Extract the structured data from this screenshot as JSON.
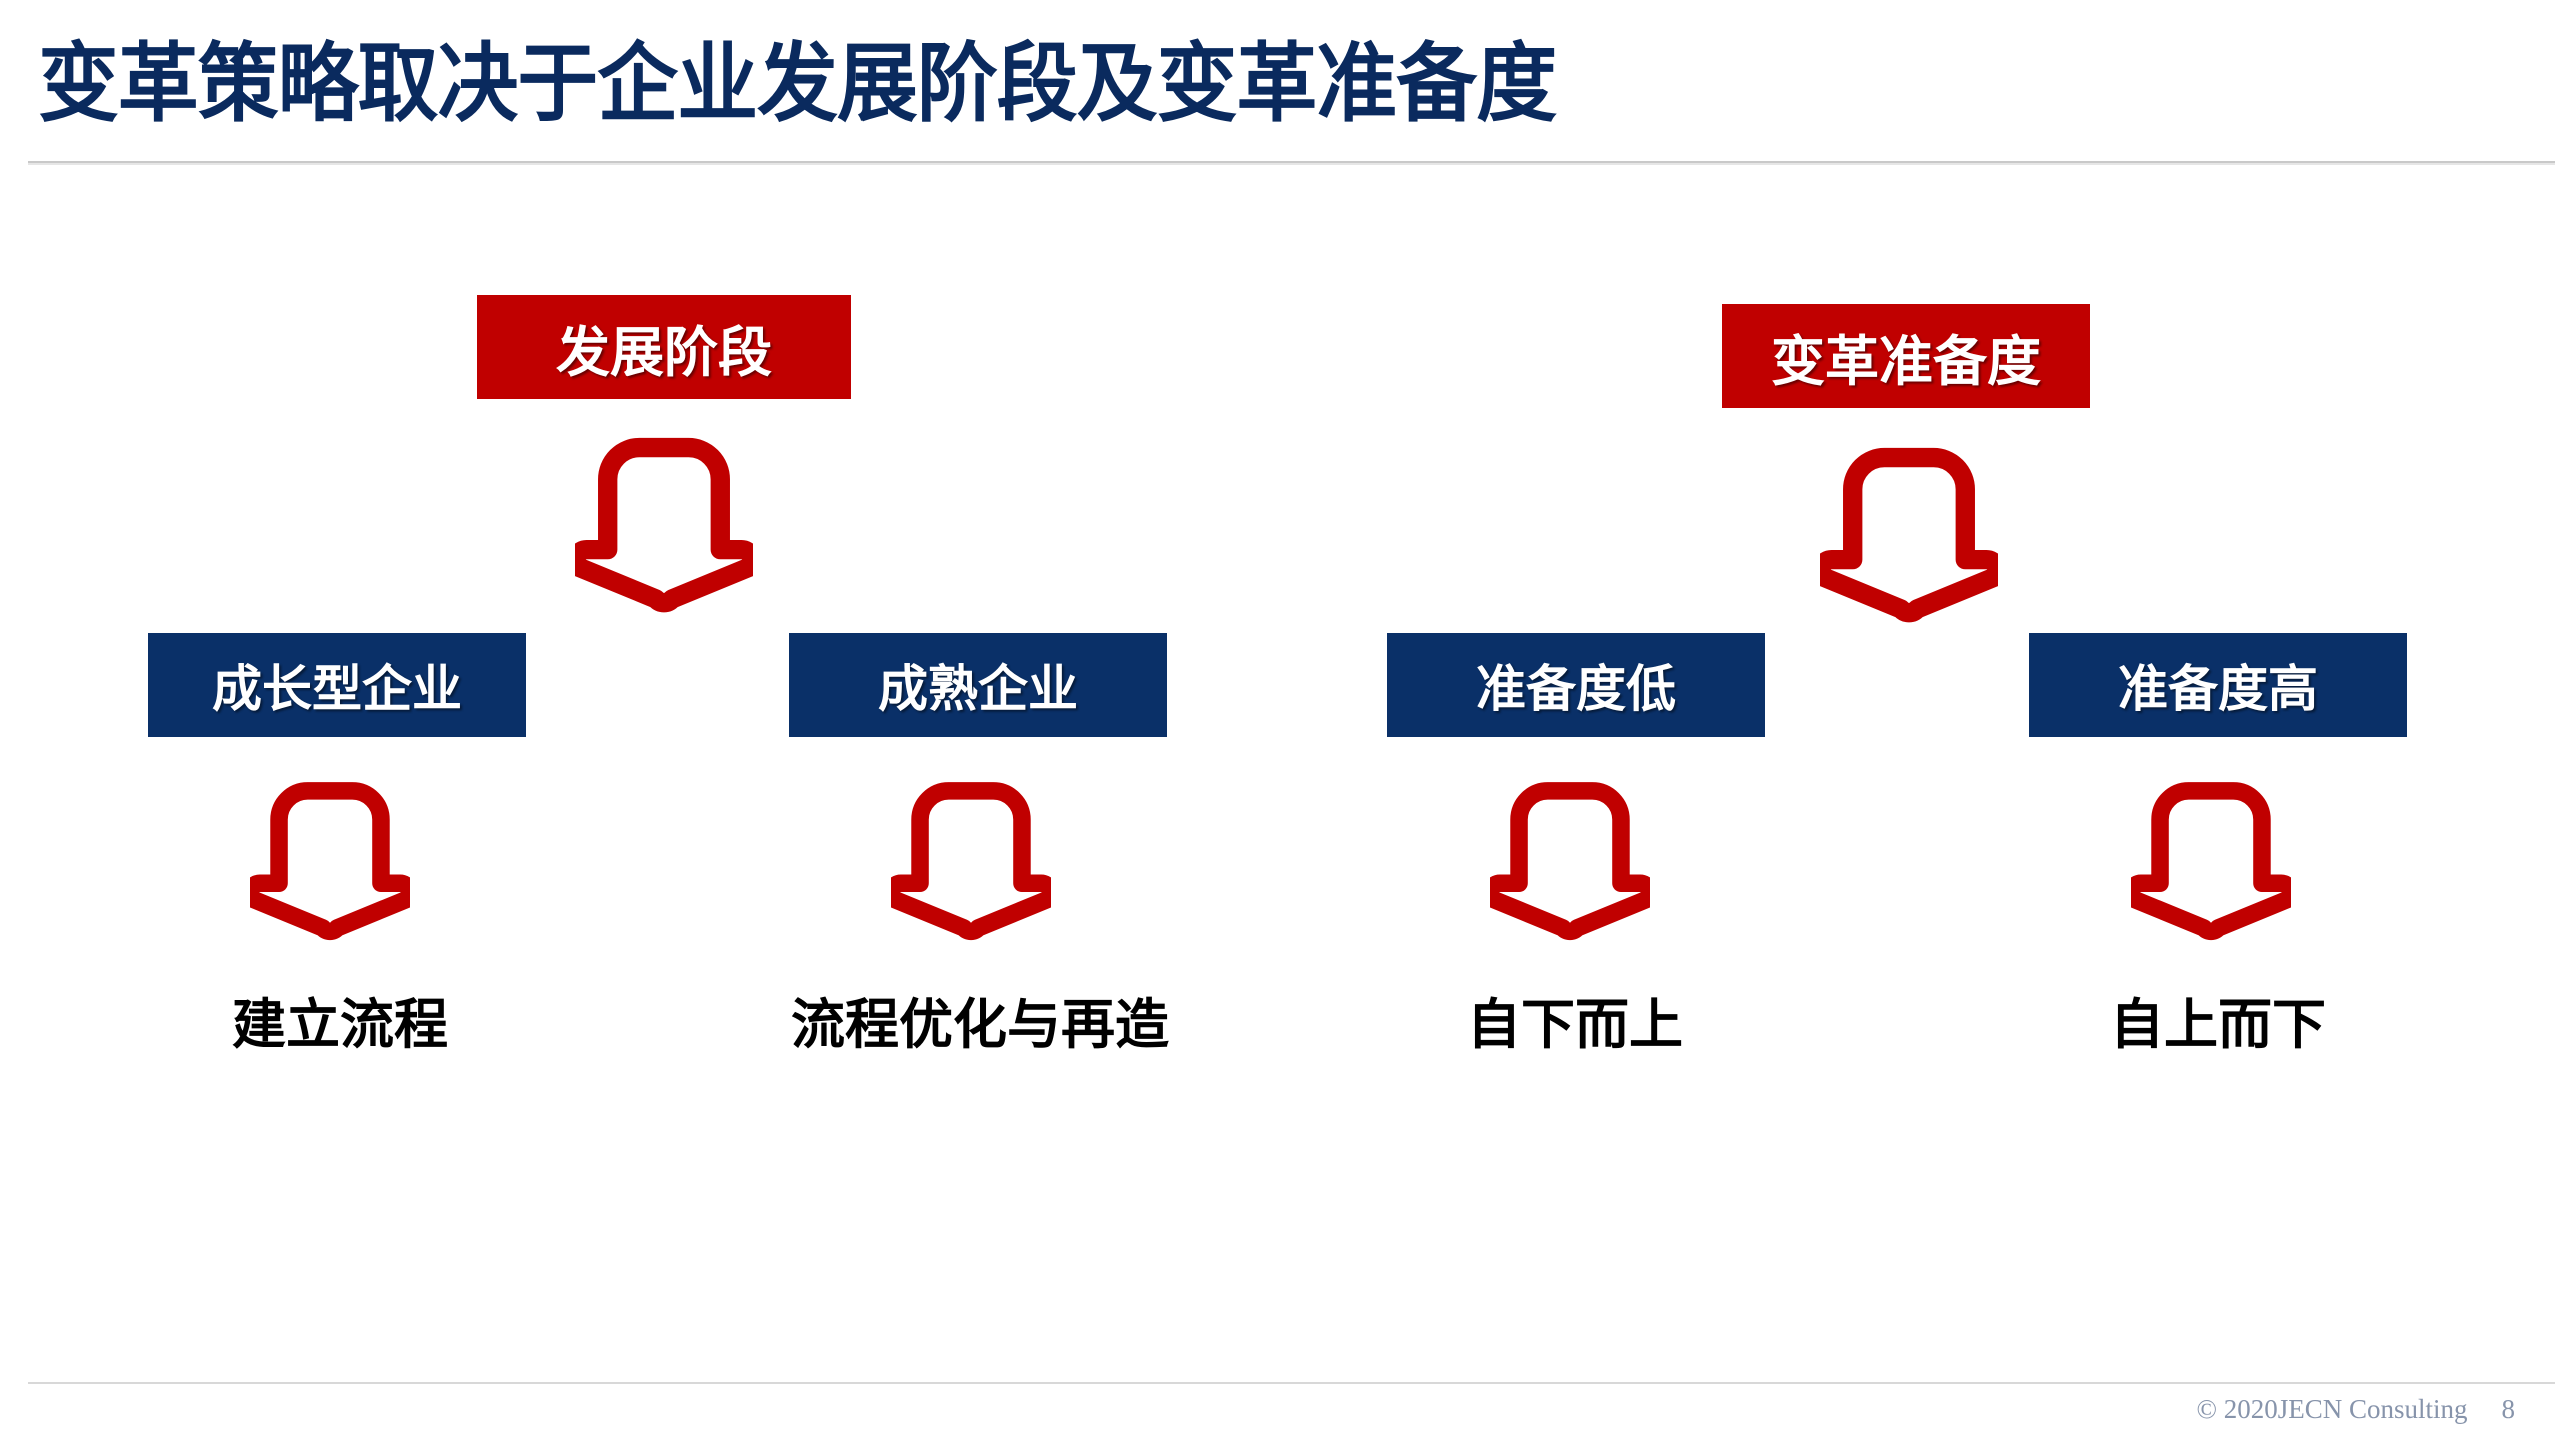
{
  "slide": {
    "title": "变革策略取决于企业发展阶段及变革准备度",
    "background_color": "#ffffff",
    "title_color": "#0A2A5E",
    "accent_red": "#C00000",
    "accent_navy": "#0A3068"
  },
  "branches": [
    {
      "header": "发展阶段",
      "header_color": "#C00000",
      "arrow_icon": "down-arrow-icon",
      "options": [
        {
          "label": "成长型企业",
          "box_color": "#0A3068",
          "arrow_icon": "down-arrow-icon",
          "outcome": "建立流程"
        },
        {
          "label": "成熟企业",
          "box_color": "#0A3068",
          "arrow_icon": "down-arrow-icon",
          "outcome": "流程优化与再造"
        }
      ]
    },
    {
      "header": "变革准备度",
      "header_color": "#C00000",
      "arrow_icon": "down-arrow-icon",
      "options": [
        {
          "label": "准备度低",
          "box_color": "#0A3068",
          "arrow_icon": "down-arrow-icon",
          "outcome": "自下而上"
        },
        {
          "label": "准备度高",
          "box_color": "#0A3068",
          "arrow_icon": "down-arrow-icon",
          "outcome": "自上而下"
        }
      ]
    }
  ],
  "footer": {
    "copyright": "© 2020JECN Consulting",
    "page_number": "8"
  }
}
